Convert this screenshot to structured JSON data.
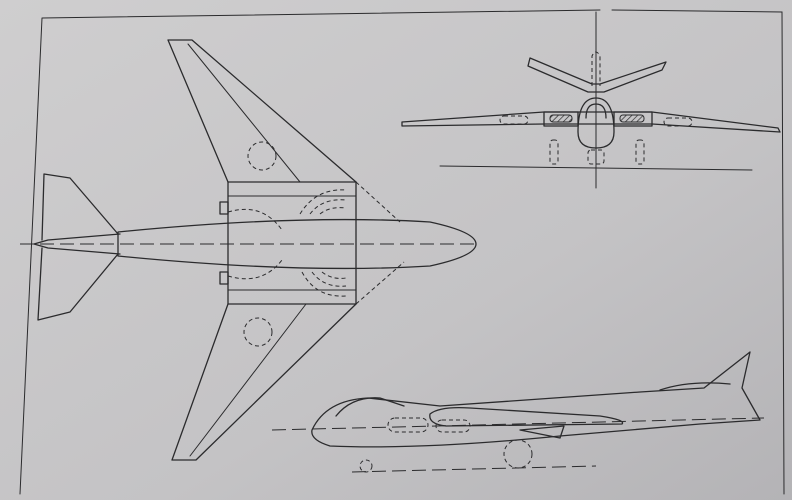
{
  "drawing": {
    "views": [
      "plan",
      "front-elevation",
      "side-elevation"
    ],
    "colors": {
      "paper": "#c4c3c5",
      "ink": "#2b2b2d",
      "shadow": "#9c9b9e"
    }
  }
}
